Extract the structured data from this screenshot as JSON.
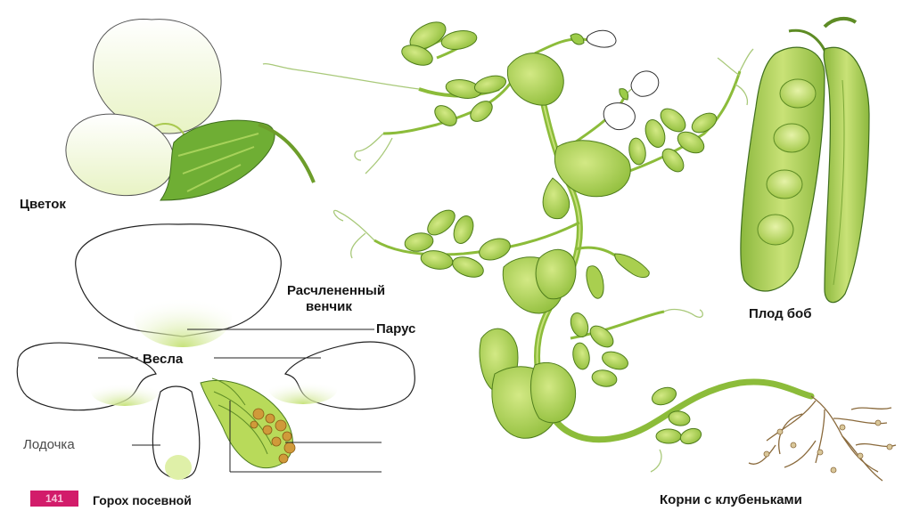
{
  "labels": {
    "flower": "Цветок",
    "corolla_line1": "Расчлененный",
    "corolla_line2": "венчик",
    "sail": "Парус",
    "oars": "Весла",
    "keel": "Лодочка",
    "fruit": "Плод боб",
    "roots": "Корни с клубеньками",
    "caption": "Горох посевной"
  },
  "badge": {
    "number": "141"
  },
  "colors": {
    "leaf": "#a9cf4f",
    "leaf_dark": "#6e9e2a",
    "stem": "#8cbc3a",
    "pod": "#b5d35d",
    "petal_tint": "#d7ec9a",
    "root": "#8a6a3c",
    "badge": "#d21c6a"
  }
}
